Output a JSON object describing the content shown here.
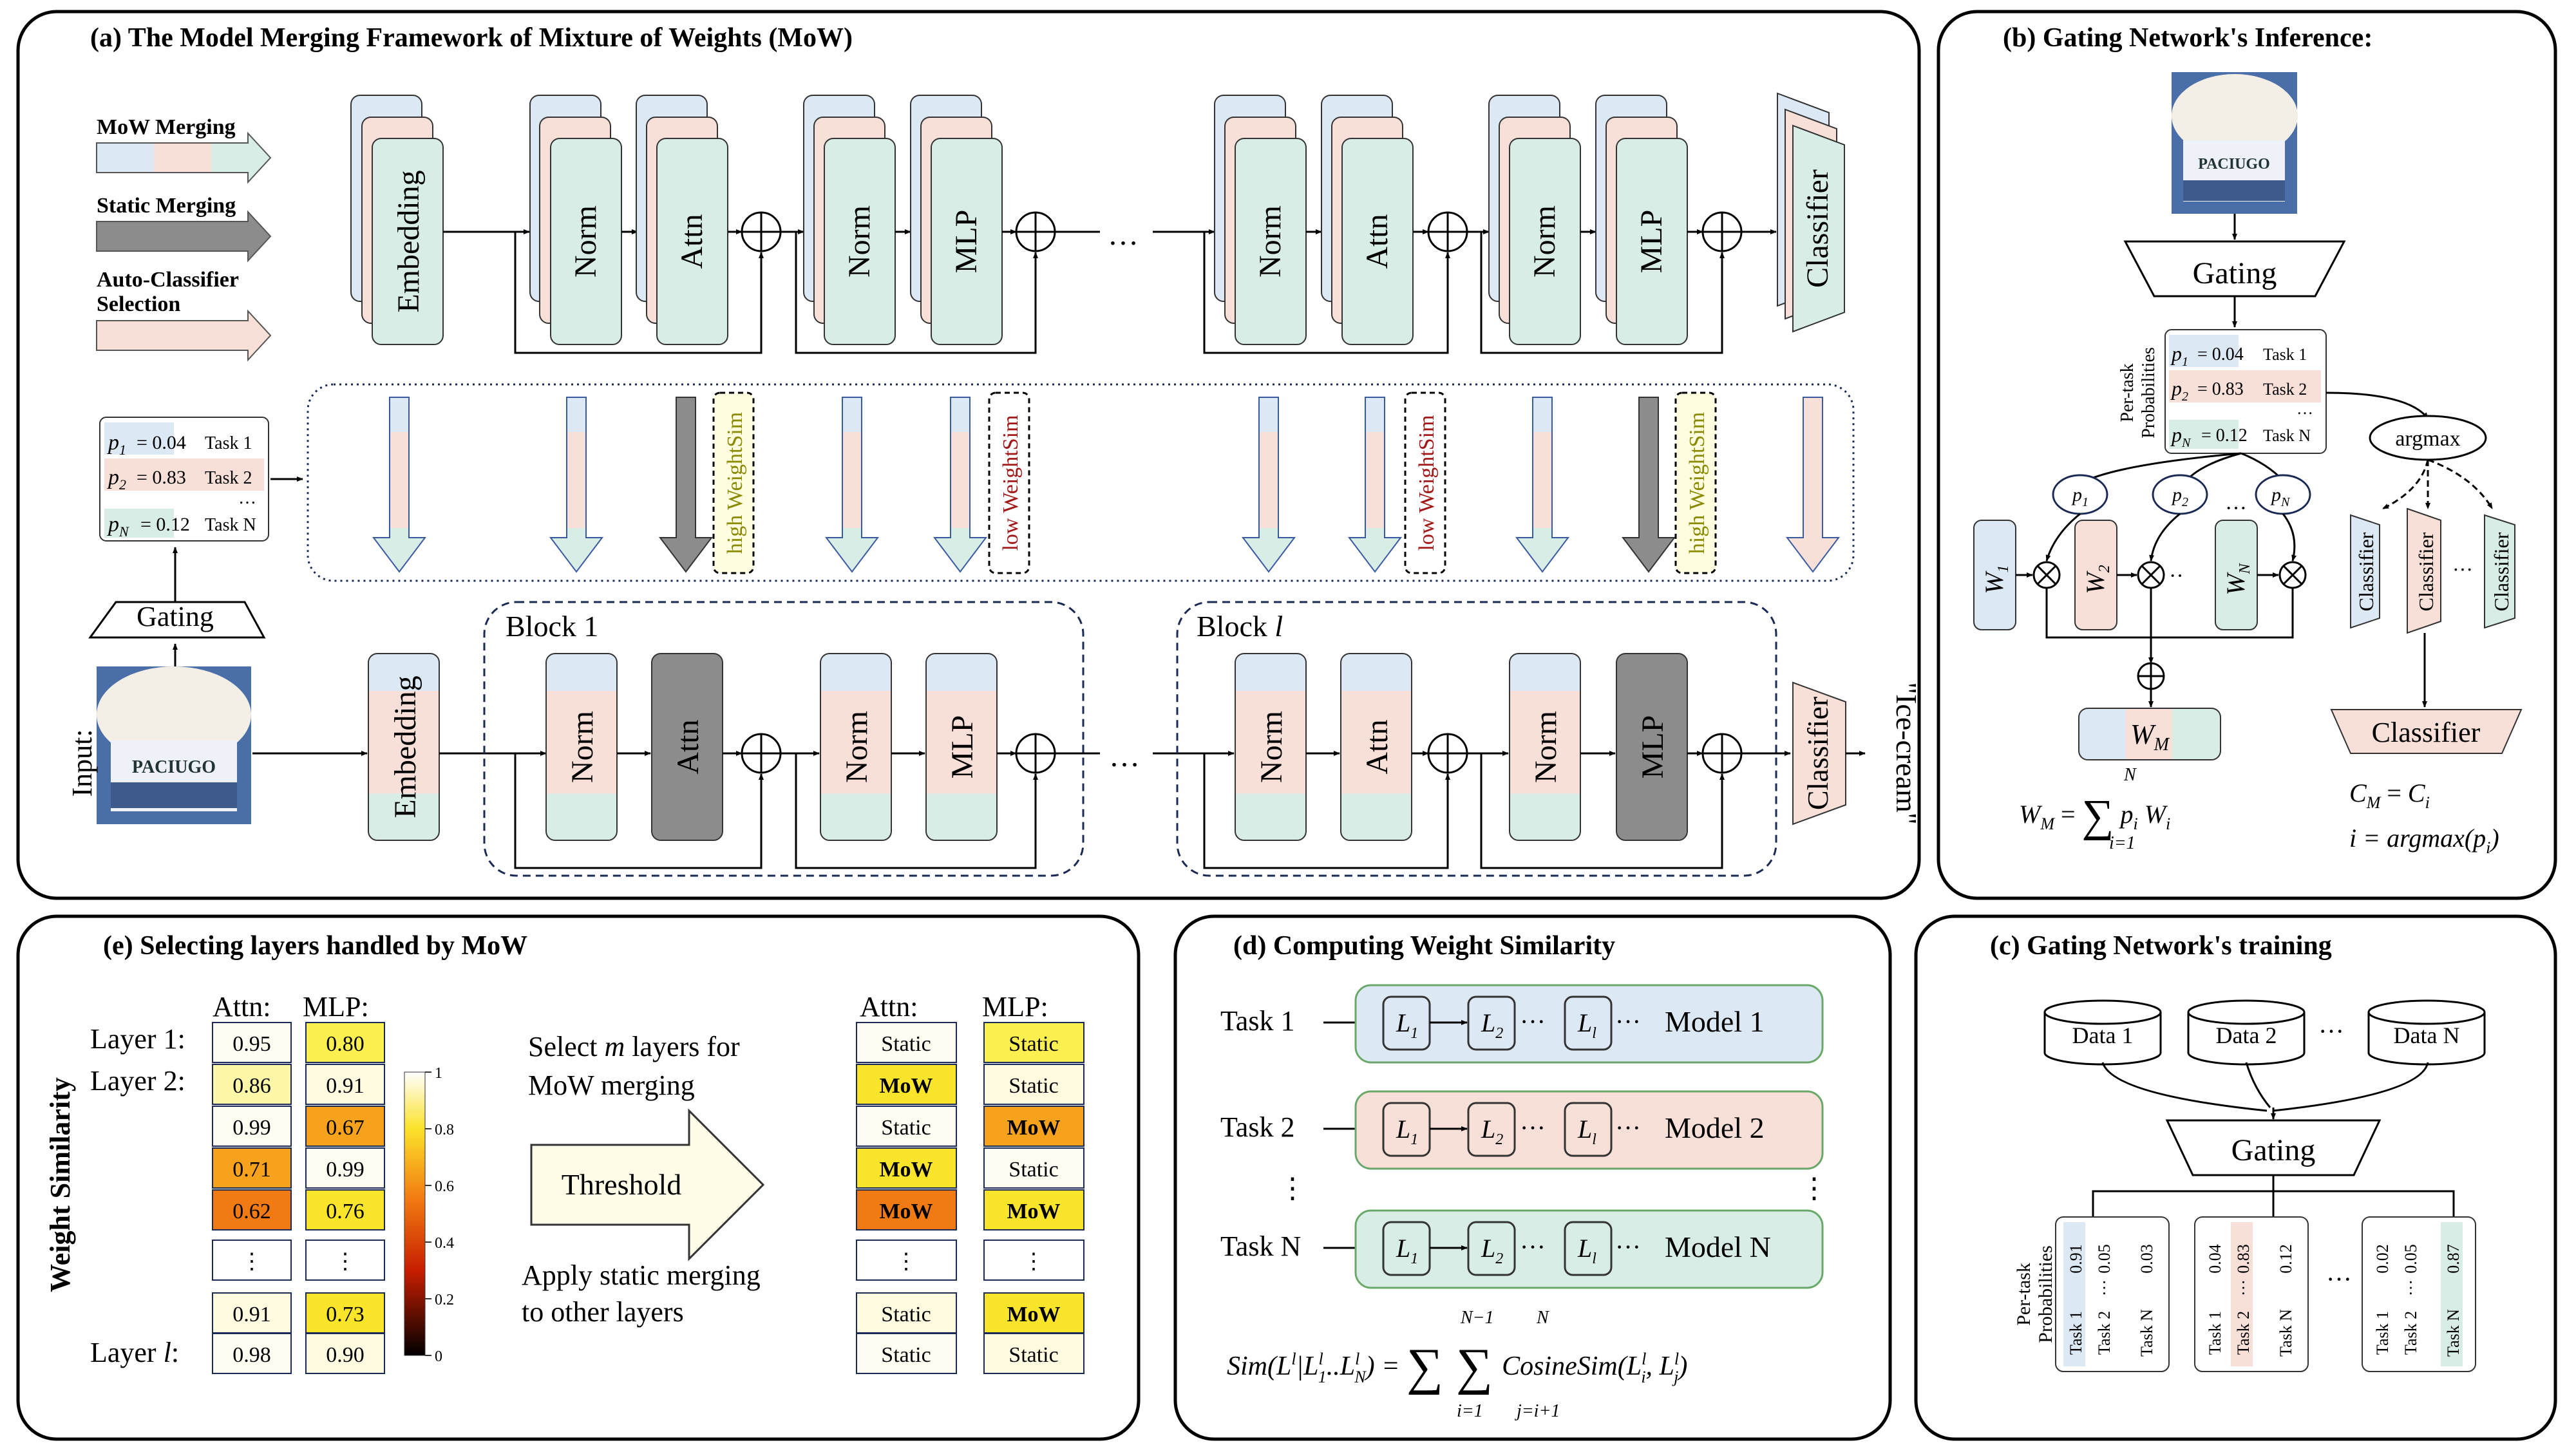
{
  "panel_a": {
    "title": "(a) The Model Merging Framework of Mixture of Weights (MoW)",
    "legend": {
      "mow": "MoW Merging",
      "static": "Static Merging",
      "auto_line1": "Auto-Classifier",
      "auto_line2": "Selection"
    },
    "blocks": {
      "embedding": "Embedding",
      "norm": "Norm",
      "attn": "Attn",
      "mlp": "MLP",
      "classifier": "Classifier",
      "dots": "…"
    },
    "probs": {
      "p1": "= 0.04",
      "t1": "Task 1",
      "p2": "= 0.83",
      "t2": "Task 2",
      "pn": "= 0.12",
      "tn": "Task N",
      "vdots": "…"
    },
    "sim_high": "high WeightSim",
    "sim_low": "low WeightSim",
    "gating": "Gating",
    "input": "Input:",
    "block1": "Block 1",
    "blockl": "Block",
    "blockl_var": "l",
    "output": "\"Ice-cream\""
  },
  "panel_b": {
    "title": "(b) Gating Network's Inference:",
    "gating": "Gating",
    "per_task_1": "Per-task",
    "per_task_2": "Probabilities",
    "argmax": "argmax",
    "classifier": "Classifier",
    "formula_cm": "C = C",
    "formula_i": "i = argmax(p )"
  },
  "panel_c": {
    "title": "(c) Gating Network's training",
    "data": [
      "Data 1",
      "Data 2",
      "Data N"
    ],
    "dots": "···",
    "gating": "Gating",
    "per_task_1": "Per-task",
    "per_task_2": "Probabilities",
    "tasks": [
      "Task 1",
      "Task 2",
      "Task N"
    ],
    "prob_sets": [
      [
        "0.91",
        "0.05",
        "0.03"
      ],
      [
        "0.04",
        "0.83",
        "0.12"
      ],
      [
        "0.02",
        "0.05",
        "0.87"
      ]
    ]
  },
  "panel_d": {
    "title": "(d) Computing Weight Similarity",
    "tasks": [
      "Task 1",
      "Task 2",
      "Task N"
    ],
    "models": [
      "Model 1",
      "Model 2",
      "Model N"
    ],
    "dots": "···"
  },
  "panel_e": {
    "title": "(e) Selecting layers handled by MoW",
    "col_attn": "Attn:",
    "col_mlp": "MLP:",
    "row_labels": [
      "Layer 1:",
      "Layer 2:",
      "Layer"
    ],
    "layer_l_var": "l",
    "ylabel": "Weight Similarity",
    "attn_vals": [
      "0.95",
      "0.86",
      "0.99",
      "0.71",
      "0.62",
      "⋮",
      "0.91",
      "0.98"
    ],
    "mlp_vals": [
      "0.80",
      "0.91",
      "0.67",
      "0.99",
      "0.76",
      "⋮",
      "0.73",
      "0.90"
    ],
    "colorbar_ticks": [
      "1",
      "0.8",
      "0.6",
      "0.4",
      "0.2",
      "0"
    ],
    "select_line1": "Select",
    "select_var": "m",
    "select_line1b": "layers for",
    "select_line2": "MoW merging",
    "threshold": "Threshold",
    "apply_line1": "Apply static merging",
    "apply_line2": "to other layers",
    "out_attn": [
      "Static",
      "MoW",
      "Static",
      "MoW",
      "MoW",
      "⋮",
      "Static",
      "Static"
    ],
    "out_mlp": [
      "Static",
      "Static",
      "MoW",
      "Static",
      "MoW",
      "⋮",
      "MoW",
      "Static"
    ]
  },
  "colors": {
    "blue": "#dce8f4",
    "pink": "#f8e0d8",
    "green": "#d8ede6",
    "gray": "#8c8c8c",
    "highlight": "#fffde0"
  }
}
